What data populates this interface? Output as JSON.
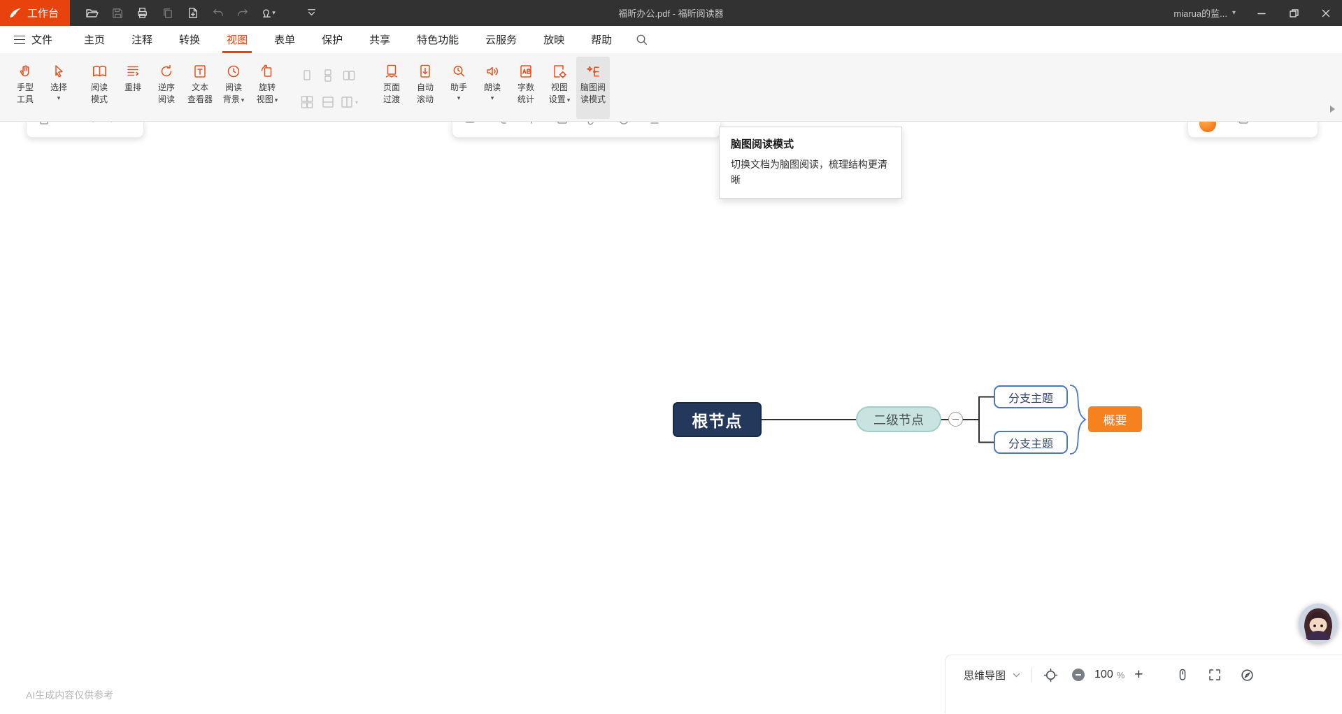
{
  "titlebar": {
    "workspace": "工作台",
    "document_title": "福昕办公.pdf - 福昕阅读器",
    "account": "miarua的监..."
  },
  "menubar": {
    "file": "文件",
    "tabs": {
      "home": "主页",
      "comment": "注释",
      "convert": "转换",
      "view": "视图",
      "form": "表单",
      "protect": "保护",
      "share": "共享",
      "features": "特色功能",
      "cloud": "云服务",
      "present": "放映",
      "help": "帮助"
    },
    "active_tab": "视图"
  },
  "ribbon": {
    "hand": {
      "l1": "手型",
      "l2": "工具"
    },
    "select": {
      "l1": "选择"
    },
    "read_mode": {
      "l1": "阅读",
      "l2": "模式"
    },
    "reflow": {
      "l1": "重排"
    },
    "reverse_read": {
      "l1": "逆序",
      "l2": "阅读"
    },
    "text_viewer": {
      "l1": "文本",
      "l2": "查看器"
    },
    "read_bg": {
      "l1": "阅读",
      "l2": "背景"
    },
    "rotate_view": {
      "l1": "旋转",
      "l2": "视图"
    },
    "page_transition": {
      "l1": "页面",
      "l2": "过渡"
    },
    "auto_scroll": {
      "l1": "自动",
      "l2": "滚动"
    },
    "assistant": {
      "l1": "助手"
    },
    "read_aloud": {
      "l1": "朗读"
    },
    "word_count": {
      "l1": "字数",
      "l2": "统计"
    },
    "view_settings": {
      "l1": "视图",
      "l2": "设置"
    },
    "mindmap_mode": {
      "l1": "脑图阅",
      "l2": "读模式"
    }
  },
  "tooltip": {
    "title": "脑图阅读模式",
    "body": "切换文档为脑图阅读，梳理结构更清晰"
  },
  "mindmap": {
    "root": "根节点",
    "second_level": "二级节点",
    "branch_top": "分支主题",
    "branch_bottom": "分支主题",
    "summary": "概要"
  },
  "footer": {
    "ai_note": "AI生成内容仅供参考",
    "mode": "思维导图",
    "zoom": "100",
    "percent": "%"
  },
  "icons": {
    "chevron_down": "▾",
    "plus": "+"
  },
  "colors": {
    "accent_orange": "#e8430d",
    "ribbon_icon_orange": "#e8501e",
    "titlebar_bg": "#323232",
    "root_node_bg": "#24385b",
    "second_node_bg": "#c9e4e0",
    "branch_border": "#4a76c6",
    "summary_bg": "#f5821f"
  }
}
